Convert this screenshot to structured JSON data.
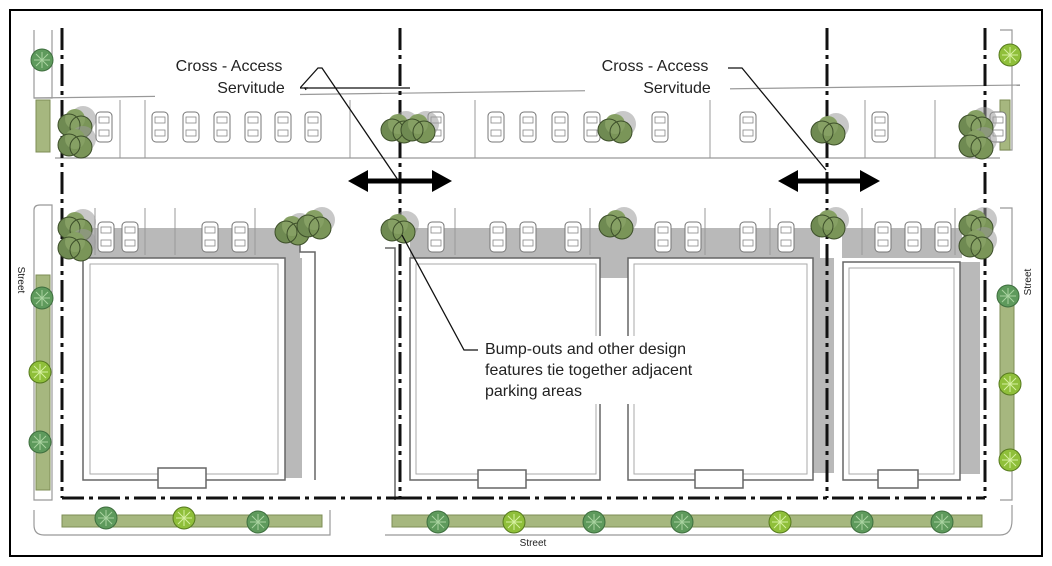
{
  "labels": {
    "cross_access_1": "Cross - Access",
    "servitude_1": "Servitude",
    "cross_access_2": "Cross - Access",
    "servitude_2": "Servitude",
    "bump_outs_line1": "Bump-outs and other design",
    "bump_outs_line2": "features tie together adjacent",
    "bump_outs_line3": "parking areas",
    "street_left": "Street",
    "street_right": "Street",
    "street_bottom": "Street"
  },
  "colors": {
    "tree_dark": "#6f8a52",
    "tree_light": "#8fbf3a",
    "tree_round": "#5e9a5c",
    "planter": "#9fb07a",
    "shadow": "#b9b9b9",
    "line": "#111111"
  }
}
